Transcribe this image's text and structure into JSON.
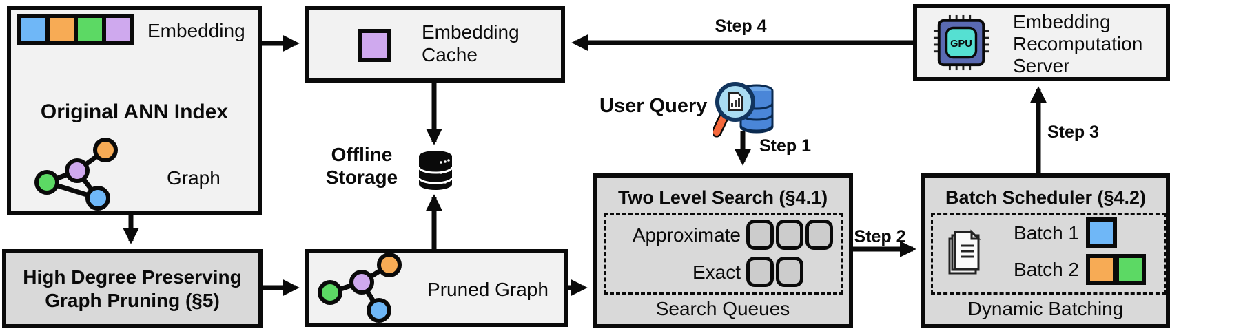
{
  "colors": {
    "box_light": "#f2f2f2",
    "box_dark": "#d9d9d9",
    "queue_fill": "#cccccc",
    "blue": "#6fb7f7",
    "orange": "#f7ab55",
    "green": "#5cd964",
    "purple": "#cfa9ee",
    "gpu_body": "#5a6ab2",
    "gpu_screen": "#55e0d2",
    "db_blue": "#4a86d8",
    "lens_blue": "#aadcf2",
    "handle_orange": "#f4683c"
  },
  "ann_index": {
    "embedding_label": "Embedding",
    "embedding_cells": [
      "blue",
      "orange",
      "green",
      "purple"
    ],
    "title": "Original ANN Index",
    "graph_label": "Graph"
  },
  "embedding_cache": {
    "title": "Embedding\nCache"
  },
  "recomputation_server": {
    "title": "Embedding\nRecomputation\nServer",
    "gpu_label": "GPU"
  },
  "offline_storage": {
    "label": "Offline\nStorage"
  },
  "user_query": {
    "label": "User Query"
  },
  "steps": {
    "step1": "Step 1",
    "step2": "Step 2",
    "step3": "Step 3",
    "step4": "Step 4"
  },
  "two_level_search": {
    "title": "Two Level Search (§4.1)",
    "queues": [
      {
        "label": "Approximate",
        "slots": 3
      },
      {
        "label": "Exact",
        "slots": 2
      }
    ],
    "caption": "Search Queues"
  },
  "batch_scheduler": {
    "title": "Batch Scheduler (§4.2)",
    "batches": [
      {
        "label": "Batch 1",
        "colors": [
          "blue"
        ]
      },
      {
        "label": "Batch 2",
        "colors": [
          "orange",
          "green"
        ]
      }
    ],
    "caption": "Dynamic Batching"
  },
  "graph_pruning": {
    "title": "High Degree Preserving\nGraph Pruning (§5)"
  },
  "pruned_graph": {
    "label": "Pruned Graph"
  }
}
